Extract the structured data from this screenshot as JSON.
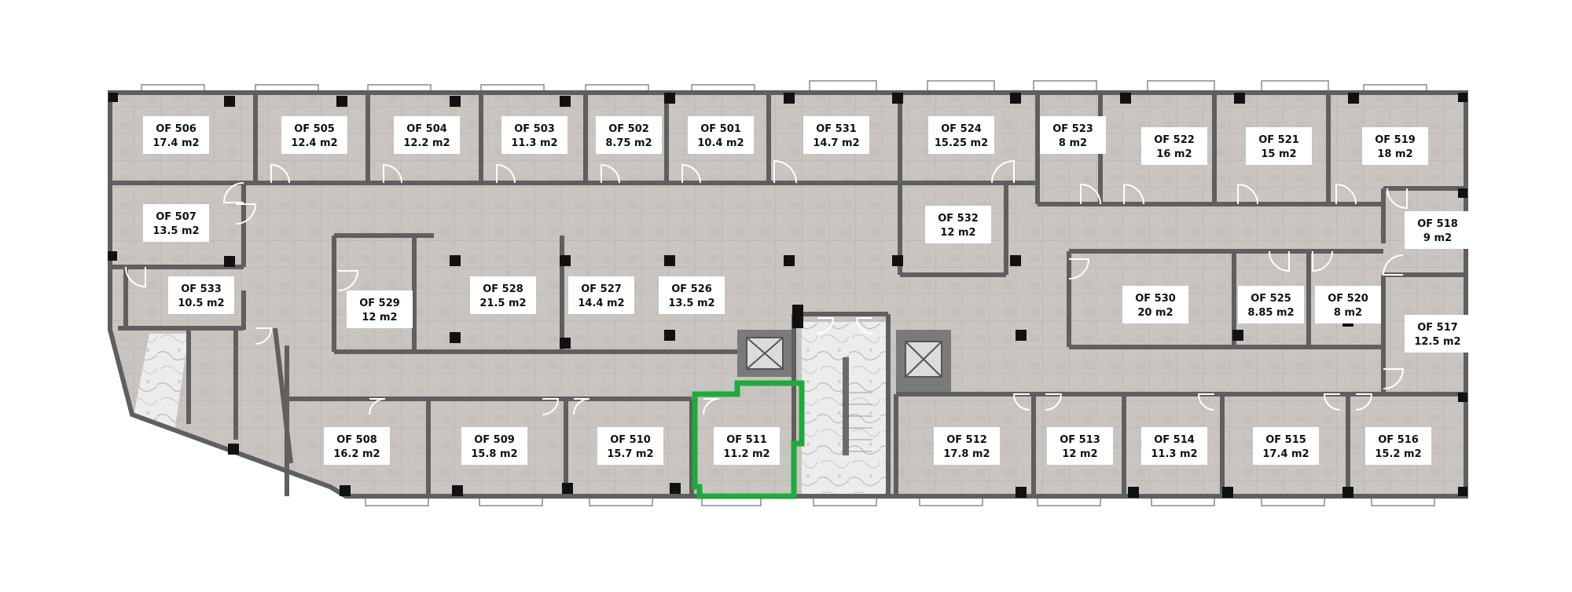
{
  "colors": {
    "floor": "#c7c2bd",
    "tile_line": "#b3aea9",
    "wall": "#5d5d5d",
    "column": "#111111",
    "label_bg": "#ffffff",
    "highlight": "#1faa3c",
    "stair": "#e4e4e4"
  },
  "highlighted_office": "OF 511",
  "offices": [
    {
      "id": "OF 506",
      "area": "17.4 m2"
    },
    {
      "id": "OF 505",
      "area": "12.4 m2"
    },
    {
      "id": "OF 504",
      "area": "12.2 m2"
    },
    {
      "id": "OF 503",
      "area": "11.3 m2"
    },
    {
      "id": "OF 502",
      "area": "8.75 m2"
    },
    {
      "id": "OF 501",
      "area": "10.4 m2"
    },
    {
      "id": "OF 531",
      "area": "14.7 m2"
    },
    {
      "id": "OF 524",
      "area": "15.25 m2"
    },
    {
      "id": "OF 523",
      "area": "8 m2"
    },
    {
      "id": "OF 522",
      "area": "16 m2"
    },
    {
      "id": "OF 521",
      "area": "15 m2"
    },
    {
      "id": "OF 519",
      "area": "18 m2"
    },
    {
      "id": "OF 507",
      "area": "13.5 m2"
    },
    {
      "id": "OF 532",
      "area": "12 m2"
    },
    {
      "id": "OF 518",
      "area": "9 m2"
    },
    {
      "id": "OF 533",
      "area": "10.5 m2"
    },
    {
      "id": "OF 529",
      "area": "12 m2"
    },
    {
      "id": "OF 528",
      "area": "21.5 m2"
    },
    {
      "id": "OF 527",
      "area": "14.4 m2"
    },
    {
      "id": "OF 526",
      "area": "13.5 m2"
    },
    {
      "id": "OF 530",
      "area": "20 m2"
    },
    {
      "id": "OF 525",
      "area": "8.85 m2"
    },
    {
      "id": "OF 520",
      "area": "8 m2"
    },
    {
      "id": "OF 517",
      "area": "12.5 m2"
    },
    {
      "id": "OF 508",
      "area": "16.2 m2"
    },
    {
      "id": "OF 509",
      "area": "15.8 m2"
    },
    {
      "id": "OF 510",
      "area": "15.7 m2"
    },
    {
      "id": "OF 511",
      "area": "11.2 m2"
    },
    {
      "id": "OF 512",
      "area": "17.8 m2"
    },
    {
      "id": "OF 513",
      "area": "12 m2"
    },
    {
      "id": "OF 514",
      "area": "11.3 m2"
    },
    {
      "id": "OF 515",
      "area": "17.4 m2"
    },
    {
      "id": "OF 516",
      "area": "15.2 m2"
    }
  ]
}
